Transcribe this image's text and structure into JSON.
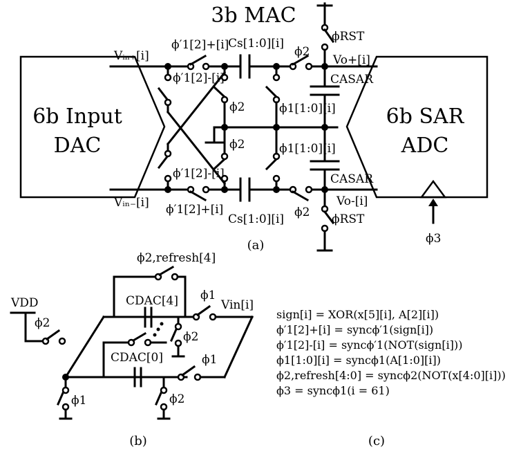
{
  "panel_a": {
    "title": "3b MAC",
    "input_dac": [
      "6b Input",
      "DAC"
    ],
    "sar_adc": [
      "6b SAR",
      "ADC"
    ],
    "v_in_plus": "Vᵢₙ₊[i]",
    "v_in_minus": "Vᵢₙ₋[i]",
    "phi_1_2_plus_top": "ϕ′1[2]+[i]",
    "phi_1_2_minus_top": "ϕ′1[2]-[i]",
    "phi_1_2_minus_bot": "ϕ′1[2]-[i]",
    "phi_1_2_plus_bot": "ϕ′1[2]+[i]",
    "cs_top": "Cs[1:0][i]",
    "cs_bot": "Cs[1:0][i]",
    "phi2": "ϕ2",
    "phi_rst": "ϕRST",
    "v_o_plus": "Vo+[i]",
    "v_o_minus": "Vo-[i]",
    "c_asar": "CASAR",
    "phi_1_10": "ϕ1[1:0][i]",
    "phi3": "ϕ3",
    "caption": "(a)"
  },
  "panel_b": {
    "vdd": "VDD",
    "phi_refresh": "ϕ2,refresh[4]",
    "c_dac4": "CDAC[4]",
    "c_dac0": "CDAC[0]",
    "phi1": "ϕ1",
    "phi2": "ϕ2",
    "vin": "Vin[i]",
    "caption": "(b)"
  },
  "panel_c": {
    "equations": [
      "sign[i] = XOR(x[5][i], A[2][i])",
      "ϕ′1[2]+[i] = syncϕ′1(sign[i])",
      "ϕ′1[2]-[i] = syncϕ′1(NOT(sign[i]))",
      "ϕ1[1:0][i] = syncϕ1(A[1:0][i])",
      "ϕ2,refresh[4:0] = syncϕ2(NOT(x[4:0][i]))",
      "ϕ3 = syncϕ1(i = 61)"
    ],
    "caption": "(c)"
  }
}
